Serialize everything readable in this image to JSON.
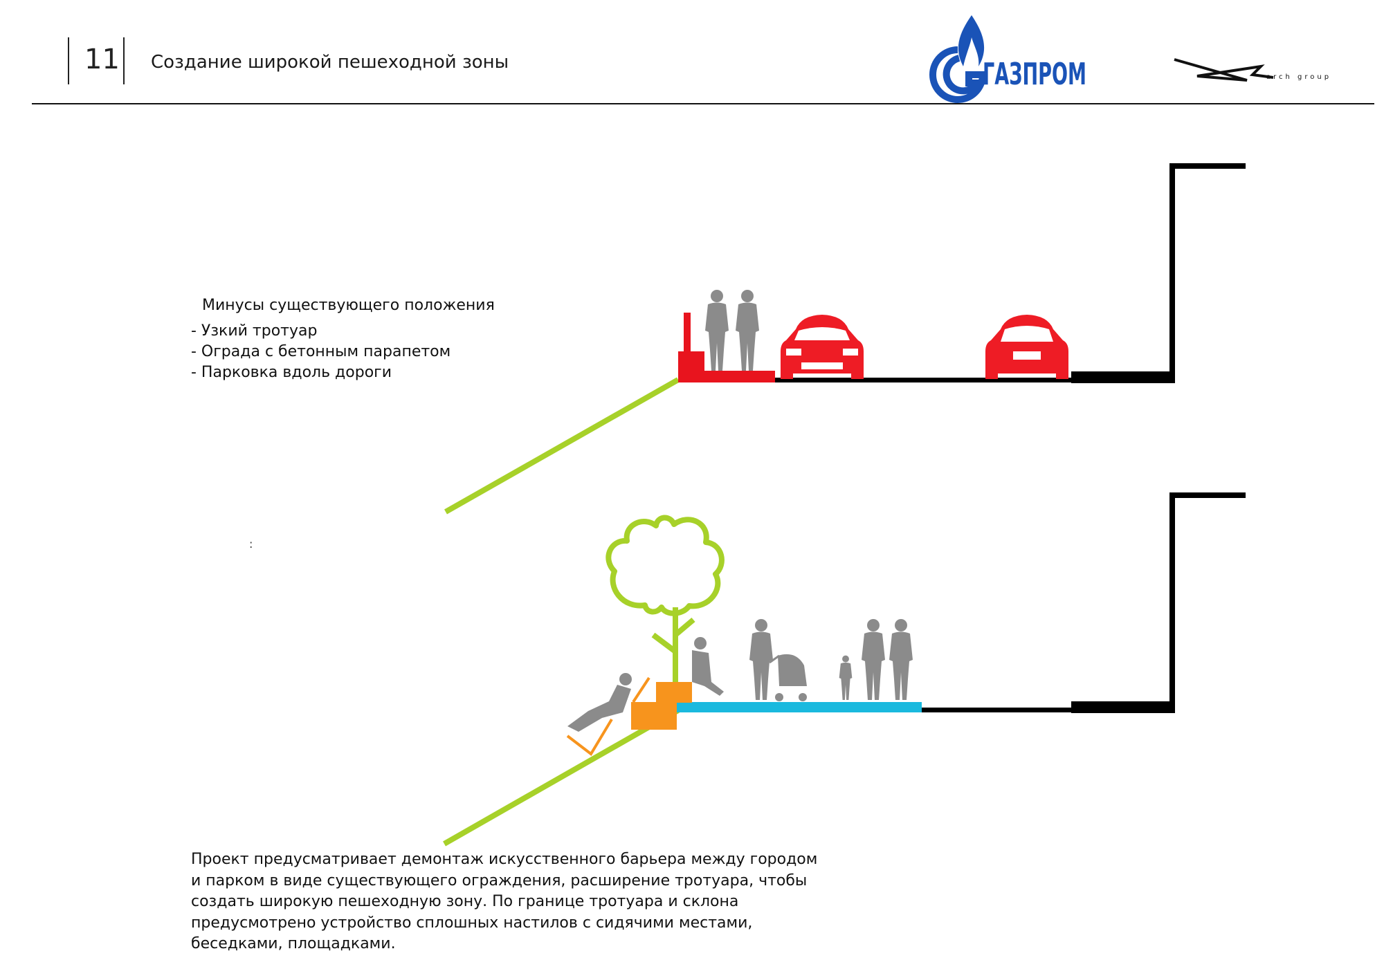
{
  "header": {
    "slide_number": "11",
    "title": "Создание широкой пешеходной зоны"
  },
  "logos": {
    "gazprom": {
      "text": "ГАЗПРОМ",
      "color": "#1a53b7",
      "flame_color": "#1a53b7"
    },
    "arch_group": {
      "text": "arch group"
    }
  },
  "existing_section": {
    "heading": "Минусы существующего положения",
    "items": [
      "- Узкий тротуар",
      "- Ограда с бетонным парапетом",
      "- Парковка вдоль дороги"
    ]
  },
  "stray_mark": ":",
  "project_description": "Проект предусматривает демонтаж искусственного барьера между городом и парком в виде существующего ограждения, расширение тротуара, чтобы создать широкую пешеходную зону. По границе тротуара и склона предусмотрено устройство сплошных настилов с сидячими местами, беседками, площадками.",
  "colors": {
    "slope_green": "#a7d129",
    "barrier_red": "#e8141e",
    "car_red": "#ee1c25",
    "sidewalk_blue": "#1ab9de",
    "bench_orange": "#f7941d",
    "people_gray": "#8b8b8b",
    "road_black": "#000000"
  }
}
